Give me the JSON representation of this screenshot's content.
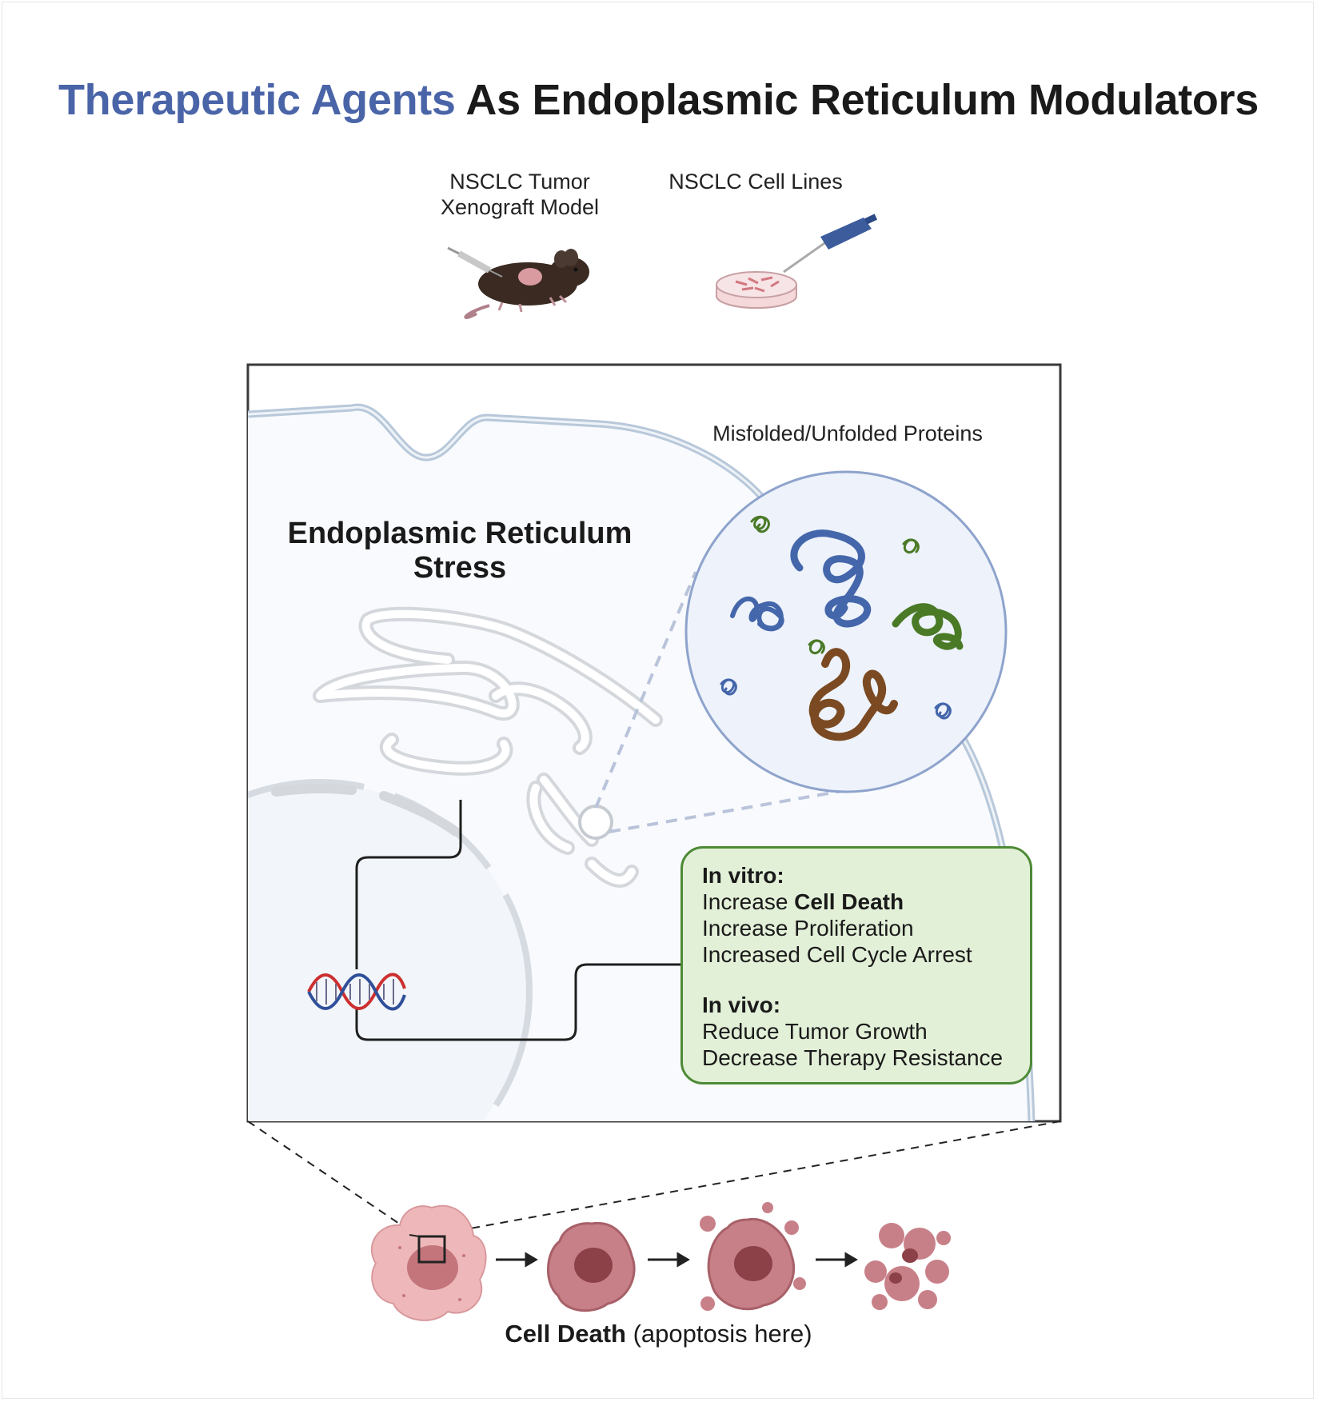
{
  "title": {
    "accent": "Therapeutic Agents",
    "rest": " As Endoplasmic Reticulum Modulators"
  },
  "models": {
    "xenograft_line1": "NSCLC Tumor",
    "xenograft_line2": "Xenograft Model",
    "cell_lines": "NSCLC Cell Lines"
  },
  "panel": {
    "misfolded_label": "Misfolded/Unfolded Proteins",
    "er_stress_line1": "Endoplasmic Reticulum",
    "er_stress_line2": "Stress"
  },
  "outcomes": {
    "in_vitro_heading": "In vitro:",
    "in_vitro_1_prefix": "Increase ",
    "in_vitro_1_bold": "Cell Death",
    "in_vitro_2": "Increase Proliferation",
    "in_vitro_3": "Increased Cell Cycle Arrest",
    "in_vivo_heading": "In vivo:",
    "in_vivo_1": "Reduce Tumor Growth",
    "in_vivo_2": "Decrease Therapy Resistance"
  },
  "caption": {
    "bold": "Cell Death",
    "rest": " (apoptosis here)"
  },
  "colors": {
    "title_accent": "#4a64a8",
    "outcome_fill": "#e3f0d8",
    "outcome_border": "#4e8a36",
    "protein_blue": "#4466aa",
    "protein_green": "#4a7a26",
    "protein_brown": "#7b4a22",
    "cell_pink": "#e8a0a4",
    "cell_dark": "#a85660"
  },
  "icons": [
    "mouse-syringe-icon",
    "petri-dish-pipette-icon",
    "dna-helix-icon",
    "apoptosis-cell-icon"
  ]
}
